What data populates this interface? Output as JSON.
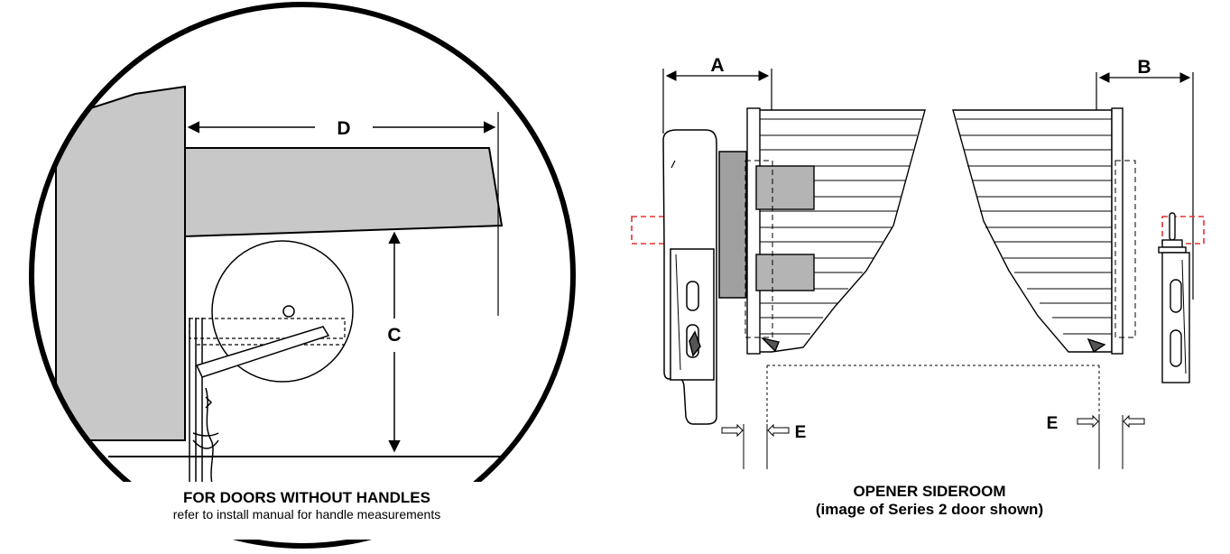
{
  "left_figure": {
    "dimension_labels": {
      "d": "D",
      "c": "C"
    },
    "caption_title": "FOR DOORS WITHOUT HANDLES",
    "caption_note": "refer to install manual for handle measurements"
  },
  "right_figure": {
    "dimension_labels": {
      "a": "A",
      "b": "B",
      "e_left": "E",
      "e_right": "E"
    },
    "caption_title": "OPENER SIDEROOM",
    "caption_note": "(image of Series 2 door shown)"
  },
  "colors": {
    "gray_fill": "#c8c8c8",
    "line": "#000000",
    "dashed_red": "#e53030"
  }
}
